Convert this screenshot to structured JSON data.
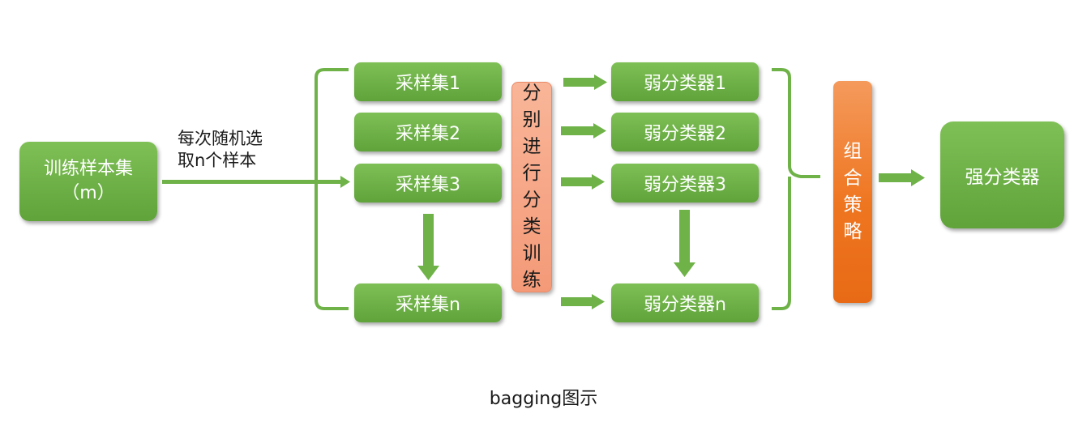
{
  "source": {
    "line1": "训练样本集",
    "line2": "（m）"
  },
  "sampling_label": {
    "line1": "每次随机选",
    "line2": "取n个样本"
  },
  "samples": [
    "采样集1",
    "采样集2",
    "采样集3",
    "采样集n"
  ],
  "training": [
    "分",
    "别",
    "进",
    "行",
    "分",
    "类",
    "训",
    "练"
  ],
  "weak_classifiers": [
    "弱分类器1",
    "弱分类器2",
    "弱分类器3",
    "弱分类器n"
  ],
  "combine": [
    "组",
    "合",
    "策",
    "略"
  ],
  "strong": "强分类器",
  "caption": "bagging图示",
  "colors": {
    "green": "#6eb248",
    "orange": "#ef7621",
    "salmon": "#f7a783",
    "arrow": "#6eb248"
  }
}
